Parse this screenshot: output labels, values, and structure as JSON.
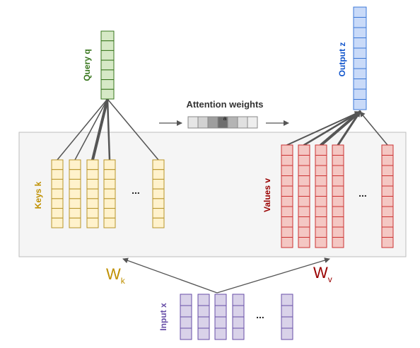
{
  "labels": {
    "query": "Query q",
    "output": "Output z",
    "keys": "Keys k",
    "values": "Values v",
    "input": "Input x",
    "attention_weights": "Attention weights",
    "attention_symbol": "a",
    "wk_main": "W",
    "wk_sub": "k",
    "wv_main": "W",
    "wv_sub": "v",
    "ellipsis": "..."
  },
  "colors": {
    "query_fill": "#d6e9c6",
    "query_stroke": "#38761d",
    "query_text": "#38761d",
    "output_fill": "#c9daf8",
    "output_stroke": "#3c78d8",
    "output_text": "#1155cc",
    "keys_fill": "#fff2cc",
    "keys_stroke": "#b8952a",
    "keys_text": "#bf9000",
    "values_fill": "#f4c7c3",
    "values_stroke": "#cc3333",
    "values_text": "#990000",
    "input_fill": "#d9d2e9",
    "input_stroke": "#674ea7",
    "input_text": "#674ea7",
    "panel_fill": "#f5f5f5",
    "panel_stroke": "#bdbdbd",
    "lines": "#555555",
    "attention_cells": [
      "#e6e6e6",
      "#d2d2d2",
      "#9e9e9e",
      "#6e6e6e",
      "#b4b4b4",
      "#e0e0e0",
      "#eeeeee"
    ]
  },
  "key_edge_weights": [
    1.5,
    1.5,
    4,
    2.5,
    1.5
  ],
  "value_edge_weights": [
    2,
    2.5,
    4,
    3,
    1.5
  ]
}
